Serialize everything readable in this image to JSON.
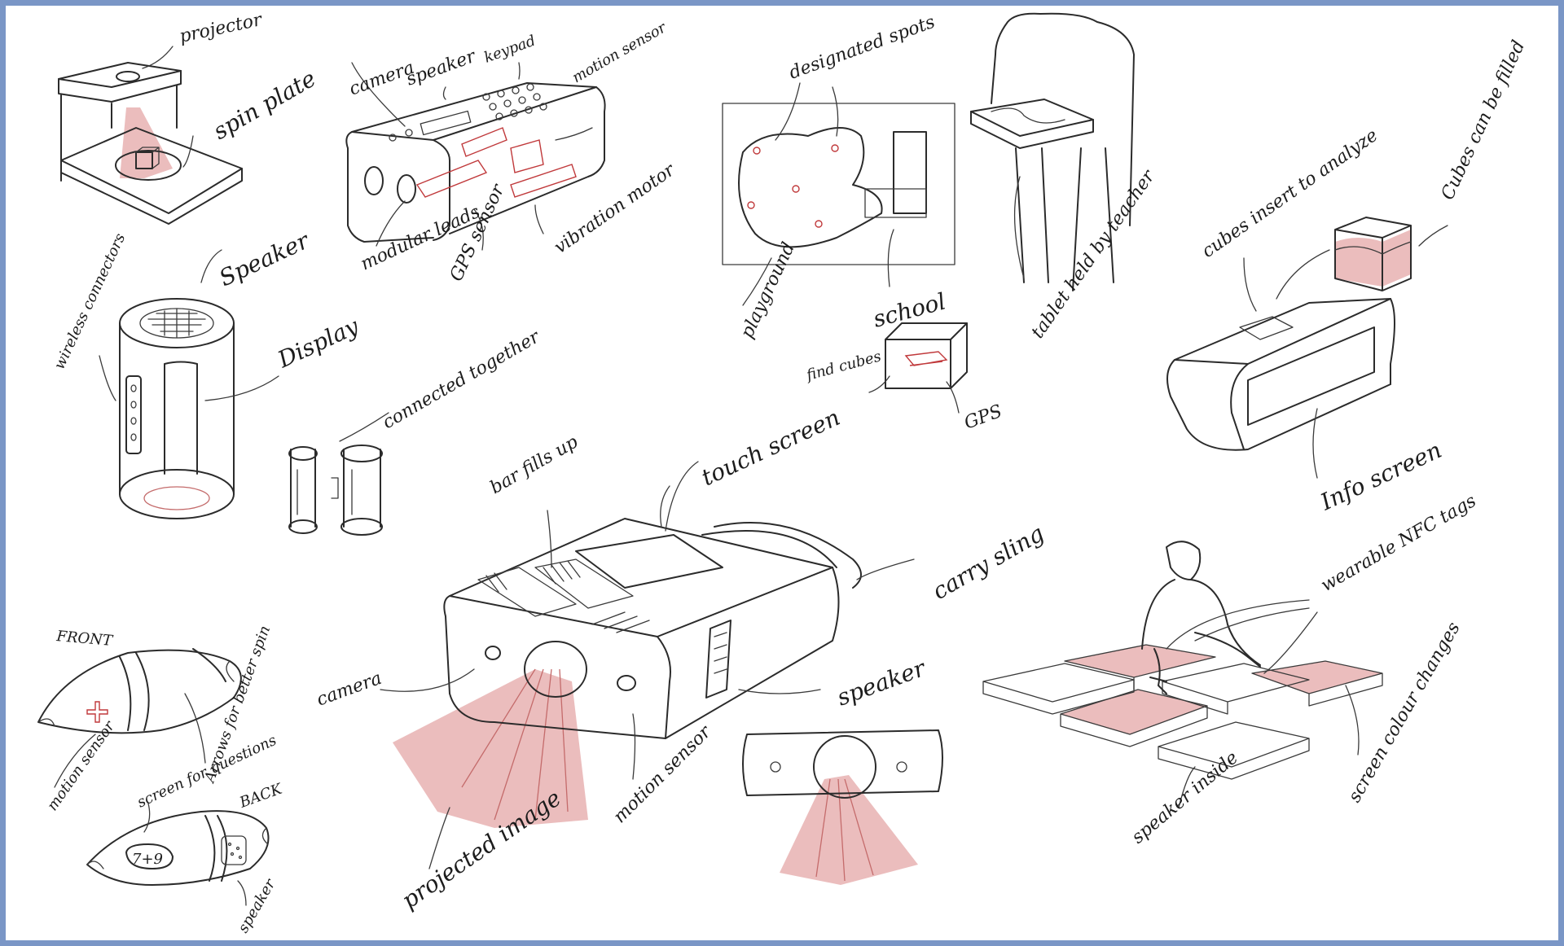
{
  "colors": {
    "frame": "#7a96c6",
    "paper": "#ffffff",
    "ink": "#2b2b2b",
    "accent_red": "#c0393b",
    "pink_fill": "#e7b2b2"
  },
  "sketches": {
    "projector_box": {
      "projector": "projector",
      "spin_plate": "spin plate"
    },
    "handheld_device": {
      "camera": "camera",
      "speaker": "speaker",
      "keypad": "keypad",
      "motion_sensor": "motion sensor",
      "modular_leads": "modular leads",
      "gps_sensor": "GPS sensor",
      "vibration_motor": "vibration motor"
    },
    "playground_map": {
      "designated_spots": "designated spots",
      "playground": "playground",
      "school": "school",
      "tablet": "tablet held by teacher"
    },
    "find_cubes": {
      "find_cubes": "find cubes",
      "gps": "GPS"
    },
    "cylinder_speaker": {
      "speaker": "Speaker",
      "wireless_connectors": "wireless connectors",
      "display": "Display",
      "connected_together": "connected together"
    },
    "analyzer": {
      "cubes_insert": "cubes insert to analyze",
      "cubes_filled": "Cubes can be filled",
      "info_screen": "Info screen"
    },
    "projector_device": {
      "touch_screen": "touch screen",
      "bar_fills_up": "bar fills up",
      "carry_sling": "carry sling",
      "camera": "camera",
      "speaker": "speaker",
      "motion_sensor": "motion sensor",
      "projected_image": "projected image"
    },
    "ball": {
      "front": "FRONT",
      "back": "BACK",
      "motion_sensor": "motion sensor",
      "arrows": "Arrows for better spin",
      "screen": "screen for questions",
      "equation": "7+9",
      "speaker": "speaker"
    },
    "floor_tiles": {
      "wearable_nfc": "wearable NFC tags",
      "speaker_inside": "speaker inside",
      "screen_colour": "screen colour changes"
    }
  }
}
